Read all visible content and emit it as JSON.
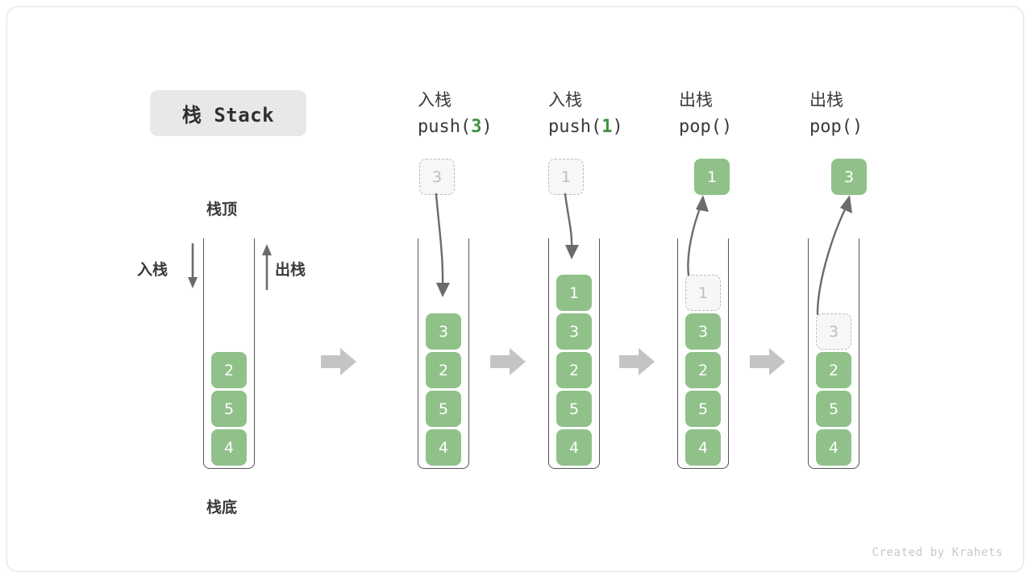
{
  "title_chip": {
    "label": "栈 Stack"
  },
  "legend": {
    "top_label": "栈顶",
    "bottom_label": "栈底",
    "push_label": "入栈",
    "pop_label": "出栈"
  },
  "colors": {
    "cell_green": "#8fc189",
    "code_number_green": "#3f9142",
    "ghost_border": "#bdbdbd",
    "ghost_fill": "#f7f7f7",
    "tube_border": "#555555",
    "step_arrow_grey": "#c4c4c4",
    "motion_arrow_grey": "#6b6b6b",
    "title_chip_bg": "#e8e8e8",
    "text_dark": "#3a3a3a",
    "credit_grey": "#c9c9c9"
  },
  "steps": [
    {
      "id": "initial",
      "header_cn": "",
      "header_code_prefix": "",
      "header_code_value": "",
      "header_code_suffix": "",
      "cells_bottom_to_top": [
        "4",
        "5",
        "2"
      ],
      "ghost_top": null,
      "pending_box": null,
      "popped_box": null
    },
    {
      "id": "push-3",
      "header_cn": "入栈",
      "header_code_prefix": "push(",
      "header_code_value": "3",
      "header_code_suffix": ")",
      "cells_bottom_to_top": [
        "4",
        "5",
        "2",
        "3"
      ],
      "ghost_top": null,
      "pending_box": "3",
      "popped_box": null
    },
    {
      "id": "push-1",
      "header_cn": "入栈",
      "header_code_prefix": "push(",
      "header_code_value": "1",
      "header_code_suffix": ")",
      "cells_bottom_to_top": [
        "4",
        "5",
        "2",
        "3",
        "1"
      ],
      "ghost_top": null,
      "pending_box": "1",
      "popped_box": null
    },
    {
      "id": "pop-1",
      "header_cn": "出栈",
      "header_code_prefix": "pop(",
      "header_code_value": "",
      "header_code_suffix": ")",
      "cells_bottom_to_top": [
        "4",
        "5",
        "2",
        "3"
      ],
      "ghost_top": "1",
      "pending_box": null,
      "popped_box": "1"
    },
    {
      "id": "pop-3",
      "header_cn": "出栈",
      "header_code_prefix": "pop(",
      "header_code_value": "",
      "header_code_suffix": ")",
      "cells_bottom_to_top": [
        "4",
        "5",
        "2"
      ],
      "ghost_top": "3",
      "pending_box": null,
      "popped_box": "3"
    }
  ],
  "transition_arrows": [
    {
      "id": "arrow-1"
    },
    {
      "id": "arrow-2"
    },
    {
      "id": "arrow-3"
    },
    {
      "id": "arrow-4"
    }
  ],
  "credit": {
    "text": "Created by Krahets"
  }
}
